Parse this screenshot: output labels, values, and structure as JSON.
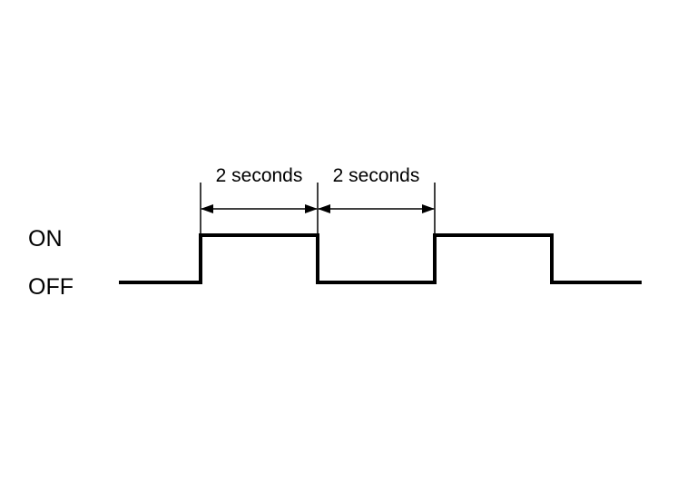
{
  "levels": {
    "on": "ON",
    "off": "OFF"
  },
  "intervals": [
    {
      "label": "2 seconds"
    },
    {
      "label": "2 seconds"
    }
  ],
  "waveform": {
    "sequence": [
      "OFF",
      "ON",
      "OFF",
      "ON",
      "OFF"
    ]
  },
  "colors": {
    "line": "#000000",
    "background": "#ffffff"
  }
}
